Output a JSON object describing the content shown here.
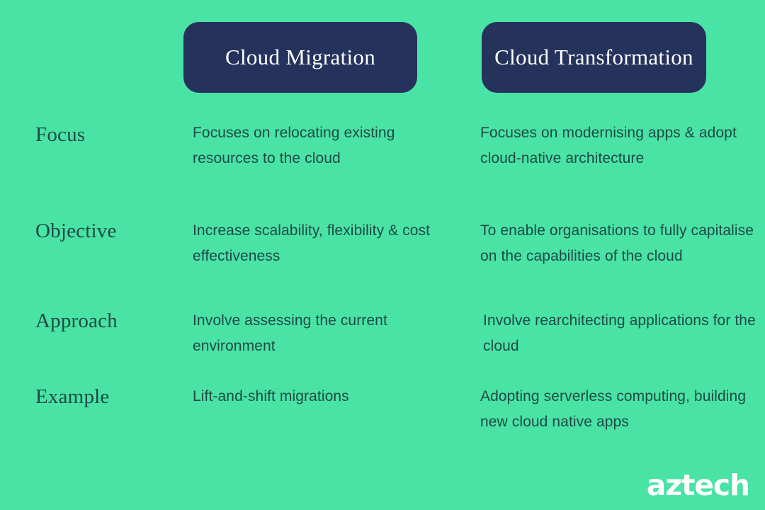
{
  "theme": {
    "background_color": "#49e3a5",
    "card_color": "#25335c",
    "card_text_color": "#ffffff",
    "body_text_color": "#1e4a46",
    "logo_color": "#ffffff"
  },
  "headers": {
    "column_one": "Cloud Migration",
    "column_two": "Cloud Transformation"
  },
  "rows": [
    {
      "label": "Focus",
      "column_one": "Focuses on relocating existing resources to the cloud",
      "column_two": "Focuses on modernising apps & adopt cloud-native architecture"
    },
    {
      "label": "Objective",
      "column_one": "Increase scalability, flexibility & cost effectiveness",
      "column_two": "To enable organisations to fully capitalise on the capabilities of the cloud"
    },
    {
      "label": "Approach",
      "column_one": "Involve assessing the current environment",
      "column_two": "Involve rearchitecting applications for the cloud"
    },
    {
      "label": "Example",
      "column_one": "Lift-and-shift migrations",
      "column_two": "Adopting serverless computing, building new cloud native apps"
    }
  ],
  "logo": {
    "text": "aztech"
  }
}
